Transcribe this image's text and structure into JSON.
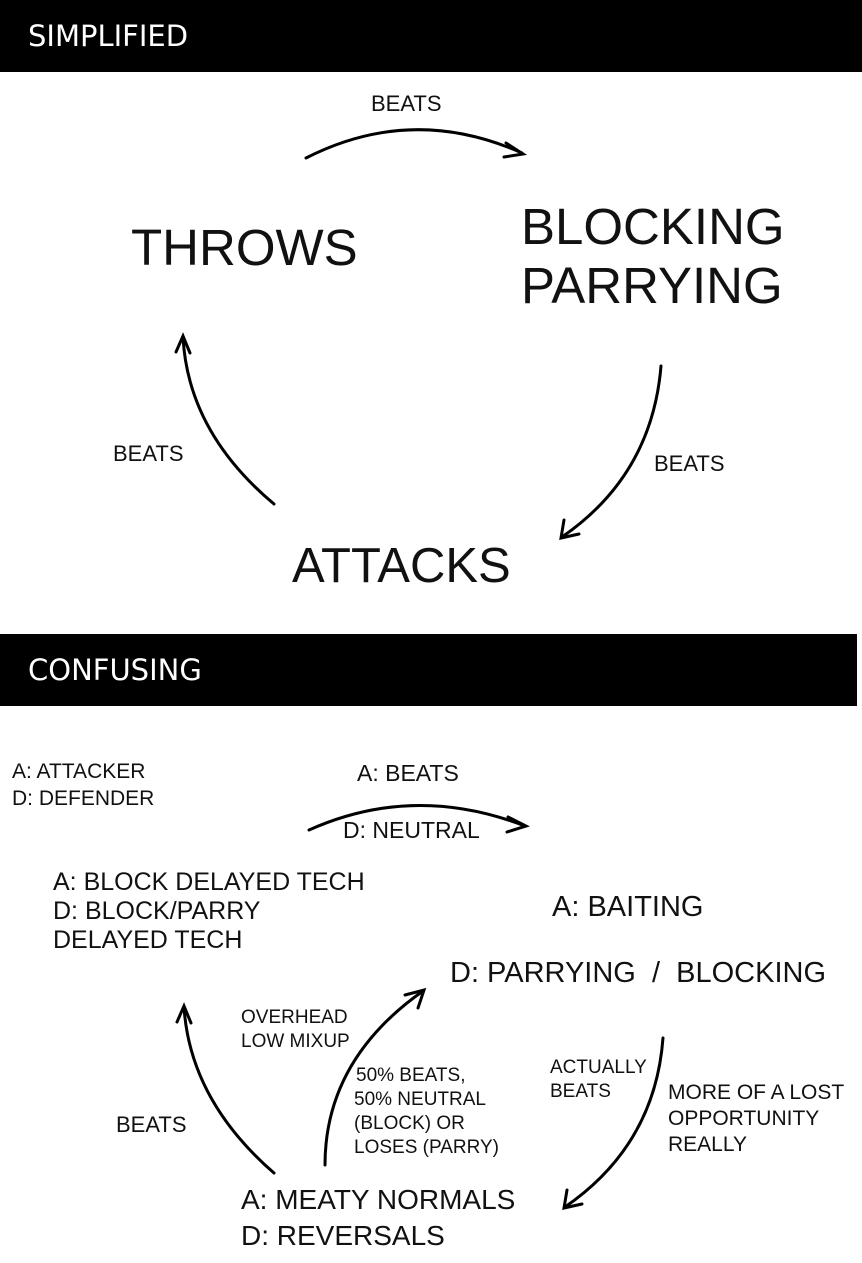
{
  "simplified": {
    "banner": "SIMPLIFIED",
    "nodes": {
      "throws": "THROWS",
      "blocking": "BLOCKING",
      "parrying": "PARRYING",
      "attacks": "ATTACKS"
    },
    "edge_labels": {
      "top": "BEATS",
      "right": "BEATS",
      "left": "BEATS"
    }
  },
  "confusing": {
    "banner": "CONFUSING",
    "legend": {
      "attacker": "A: ATTACKER",
      "defender": "D: DEFENDER"
    },
    "top_edge": {
      "above": "A: BEATS",
      "below": "D: NEUTRAL"
    },
    "throws_node": {
      "line1": "A: BLOCK DELAYED TECH",
      "line2": "D: BLOCK/PARRY",
      "line3": "DELAYED TECH"
    },
    "right_node": {
      "line1": "A: BAITING",
      "line2": "D: PARRYING  /  BLOCKING"
    },
    "bottom_node": {
      "line1": "A: MEATY NORMALS",
      "line2": "D: REVERSALS"
    },
    "left_edge_label": "BEATS",
    "mixup_label": {
      "line1": "OVERHEAD",
      "line2": "LOW MIXUP"
    },
    "inner_edge_label": {
      "line1": "50% BEATS,",
      "line2": "50% NEUTRAL",
      "line3": "(BLOCK) OR",
      "line4": "LOSES (PARRY)"
    },
    "right_edge_label": {
      "line1": "ACTUALLY",
      "line2": "BEATS"
    },
    "lost_opportunity": {
      "line1": "MORE OF A LOST",
      "line2": "OPPORTUNITY",
      "line3": "REALLY"
    }
  }
}
